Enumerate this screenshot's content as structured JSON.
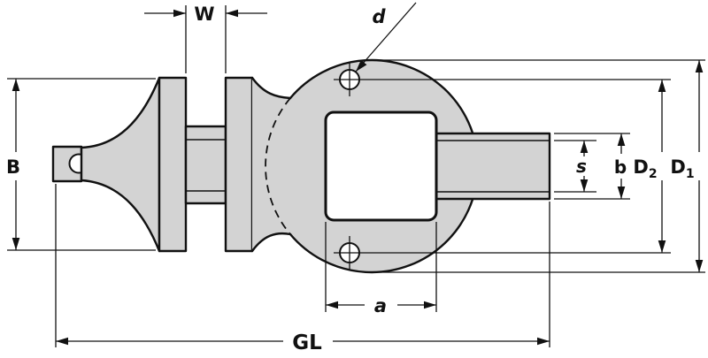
{
  "diagram": {
    "kind": "technical-dimension-drawing"
  },
  "labels": {
    "width_w": "W",
    "hole_d": "d",
    "height_b_cap": "B",
    "square_s": "s",
    "shaft_b": "b",
    "d2_main": "D",
    "d2_sub": "2",
    "d1_main": "D",
    "d1_sub": "1",
    "drive_a": "a",
    "total_gl": "GL"
  },
  "colors": {
    "line": "#111111",
    "part_fill": "#d3d3d3",
    "background": "#ffffff"
  }
}
